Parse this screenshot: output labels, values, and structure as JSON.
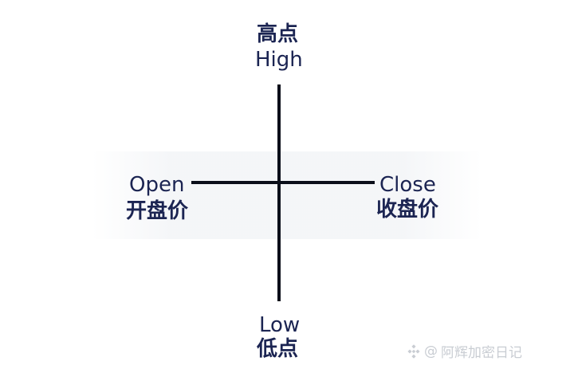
{
  "diagram": {
    "high": {
      "cn": "高点",
      "en": "High"
    },
    "low": {
      "cn": "低点",
      "en": "Low"
    },
    "open": {
      "cn": "开盘价",
      "en": "Open"
    },
    "close": {
      "cn": "收盘价",
      "en": "Close"
    }
  },
  "footer": {
    "at_symbol": "@",
    "account": "阿辉加密日记"
  },
  "colors": {
    "label": "#1b2452",
    "line": "#0b0f1a",
    "watermark": "#c9cdd3"
  }
}
